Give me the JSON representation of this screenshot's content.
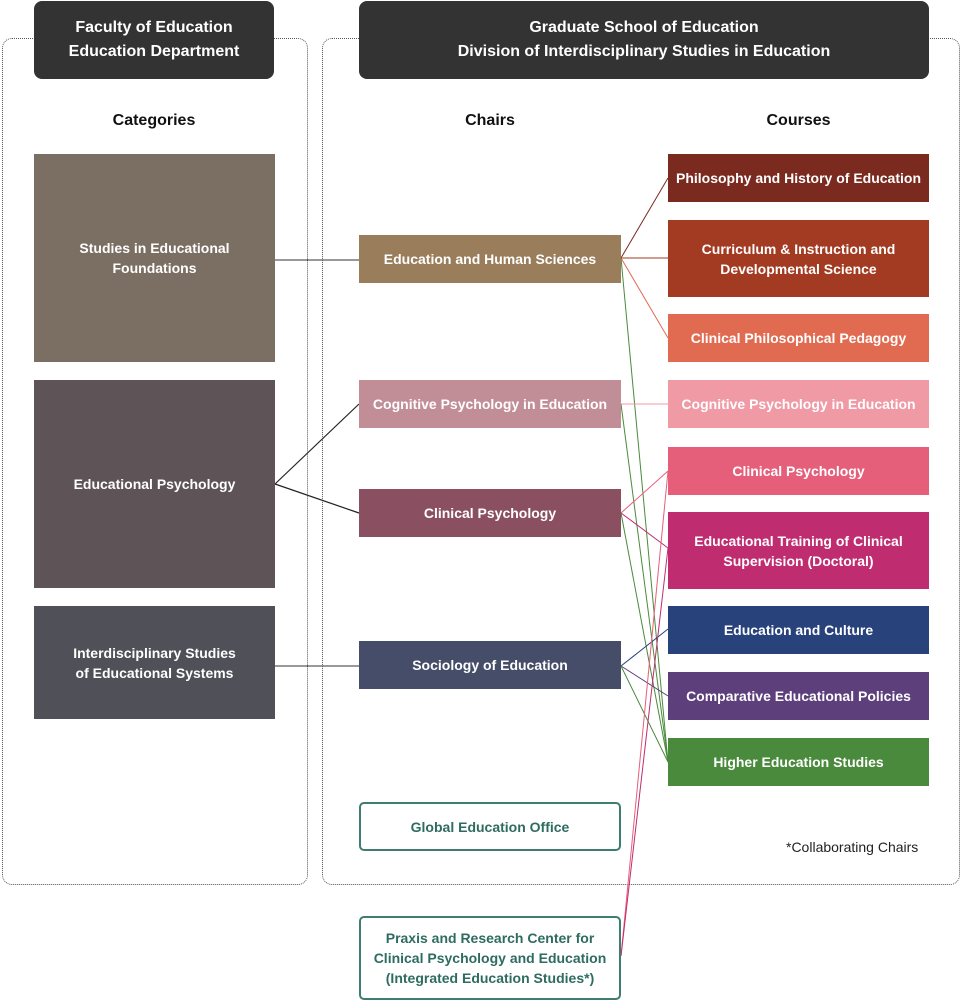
{
  "faculty_header": {
    "line1": "Faculty of Education",
    "line2": "Education Department"
  },
  "graduate_header": {
    "line1": "Graduate School of Education",
    "line2": "Division of Interdisciplinary Studies in Education"
  },
  "column_headers": {
    "categories": "Categories",
    "chairs": "Chairs",
    "courses": "Courses"
  },
  "categories": {
    "foundations": {
      "line1": "Studies in Educational",
      "line2": "Foundations"
    },
    "psychology": {
      "line1": "Educational Psychology"
    },
    "systems": {
      "line1": "Interdisciplinary Studies",
      "line2": "of Educational Systems"
    }
  },
  "chairs": {
    "human_sciences": "Education and Human Sciences",
    "cognitive": "Cognitive Psychology in Education",
    "clinical": "Clinical Psychology",
    "sociology": "Sociology of Education"
  },
  "courses": {
    "philosophy": {
      "line1": "Philosophy and History of Education"
    },
    "curriculum": {
      "line1": "Curriculum & Instruction and",
      "line2": "Developmental Science"
    },
    "clinical_pedagogy": {
      "line1": "Clinical Philosophical Pedagogy"
    },
    "cognitive": {
      "line1": "Cognitive Psychology in Education"
    },
    "clinical_psych": {
      "line1": "Clinical Psychology"
    },
    "training": {
      "line1": "Educational Training of Clinical",
      "line2": "Supervision (Doctoral)"
    },
    "culture": {
      "line1": "Education and Culture"
    },
    "comparative": {
      "line1": "Comparative Educational Policies"
    },
    "higher_ed": {
      "line1": "Higher Education Studies"
    }
  },
  "offices": {
    "global": "Global Education Office",
    "praxis": {
      "line1": "Praxis and Research Center for",
      "line2": "Clinical Psychology and Education",
      "line3": "(Integrated Education Studies*)"
    }
  },
  "note": "*Collaborating Chairs",
  "colors": {
    "foundations": "#7b6f64",
    "psychology": "#5e5357",
    "systems": "#4f5058",
    "chair_human": "#9a7e5c",
    "chair_cognitive": "#c18e98",
    "chair_clinical": "#8a4f60",
    "chair_sociology": "#454d69",
    "course_philosophy": "#7a2a1e",
    "course_curriculum": "#a33a22",
    "course_pedagogy": "#e06b50",
    "course_cognitive": "#ef9aa5",
    "course_clinical": "#e65f7a",
    "course_training": "#bf2c70",
    "course_culture": "#28427c",
    "course_comparative": "#5c3f7b",
    "course_higher": "#4a8a3c",
    "outline": "#3e7d70"
  }
}
